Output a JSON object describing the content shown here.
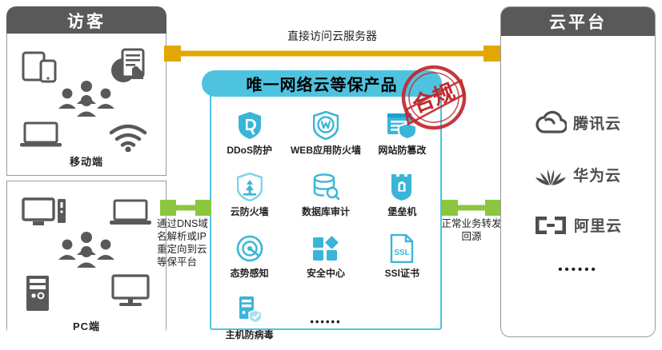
{
  "diagram": {
    "title_visitor": "访客",
    "title_cloud": "云平台",
    "product_title": "唯一网络云等保产品",
    "seal_text": "合规"
  },
  "visitor": {
    "header": "访客",
    "mobile_zone_label": "移动端",
    "pc_zone_label": "PC端",
    "mobile_icons": [
      "tablet-phone-icon",
      "hand-tablet-icon",
      "people-group-icon",
      "laptop-icon",
      "wifi-icon"
    ],
    "pc_icons": [
      "desktop-tower-icon",
      "laptop-icon",
      "people-group-icon",
      "server-tower-icon",
      "monitor-icon"
    ]
  },
  "products": {
    "title": "唯一网络云等保产品",
    "items": [
      {
        "label": "DDoS防护",
        "icon": "shield-d-icon"
      },
      {
        "label": "WEB应用防火墙",
        "icon": "shield-w-icon"
      },
      {
        "label": "网站防篡改",
        "icon": "page-shield-icon"
      },
      {
        "label": "云防火墙",
        "icon": "shield-firewall-icon"
      },
      {
        "label": "数据库审计",
        "icon": "database-search-icon"
      },
      {
        "label": "堡垒机",
        "icon": "bastion-lock-icon"
      },
      {
        "label": "态势感知",
        "icon": "radar-icon"
      },
      {
        "label": "安全中心",
        "icon": "grid-blocks-icon"
      },
      {
        "label": "SSl证书",
        "icon": "ssl-document-icon"
      },
      {
        "label": "主机防病毒",
        "icon": "host-antivirus-icon"
      }
    ],
    "more": "••••••"
  },
  "cloud": {
    "header": "云平台",
    "providers": [
      {
        "name": "腾讯云",
        "icon": "tencent-cloud-logo"
      },
      {
        "name": "华为云",
        "icon": "huawei-cloud-logo"
      },
      {
        "name": "阿里云",
        "icon": "aliyun-cloud-logo"
      }
    ],
    "more": "••••••"
  },
  "flows": {
    "top_label": "直接访问云服务器",
    "left_label": "通过DNS域名解析或IP重定向到云等保平台",
    "right_label": "正常业务转发回源"
  },
  "colors": {
    "header_gray": "#595959",
    "product_cyan": "#4ec3e0",
    "top_arrow_gold": "#E0A800",
    "side_arrow_green": "#8CC63F",
    "seal_red": "#c1272d",
    "icon_gray": "#58595b"
  }
}
